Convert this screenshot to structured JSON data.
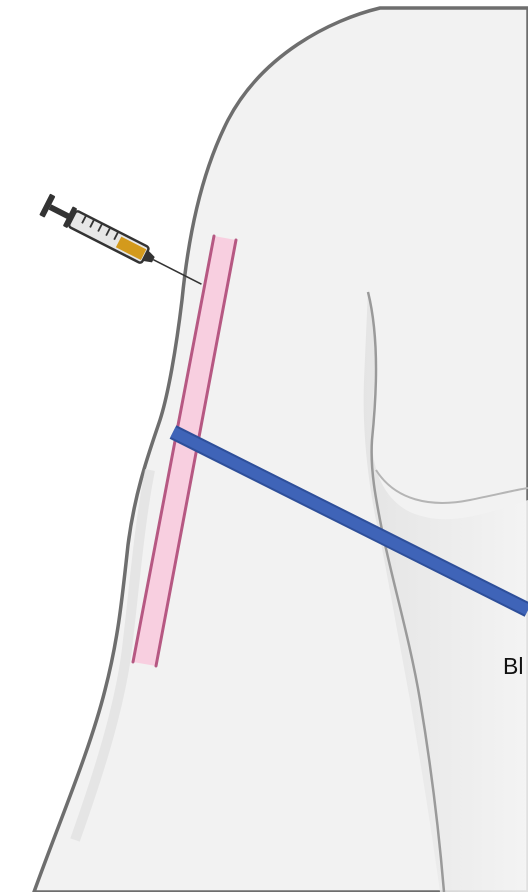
{
  "diagram": {
    "callout_text": "Bl",
    "colors": {
      "arm_fill": "#f2f2f2",
      "arm_outline": "#6e6e6e",
      "vessel_fill": "#f8cfe0",
      "vessel_outline": "#b04a78",
      "pointer_line": "#3f64b8",
      "syringe_barrel": "#e7e7e7",
      "syringe_liquid": "#d39a1c",
      "syringe_outline": "#333333"
    },
    "icons": [
      "syringe-icon",
      "arm-illustration",
      "vessel"
    ]
  }
}
